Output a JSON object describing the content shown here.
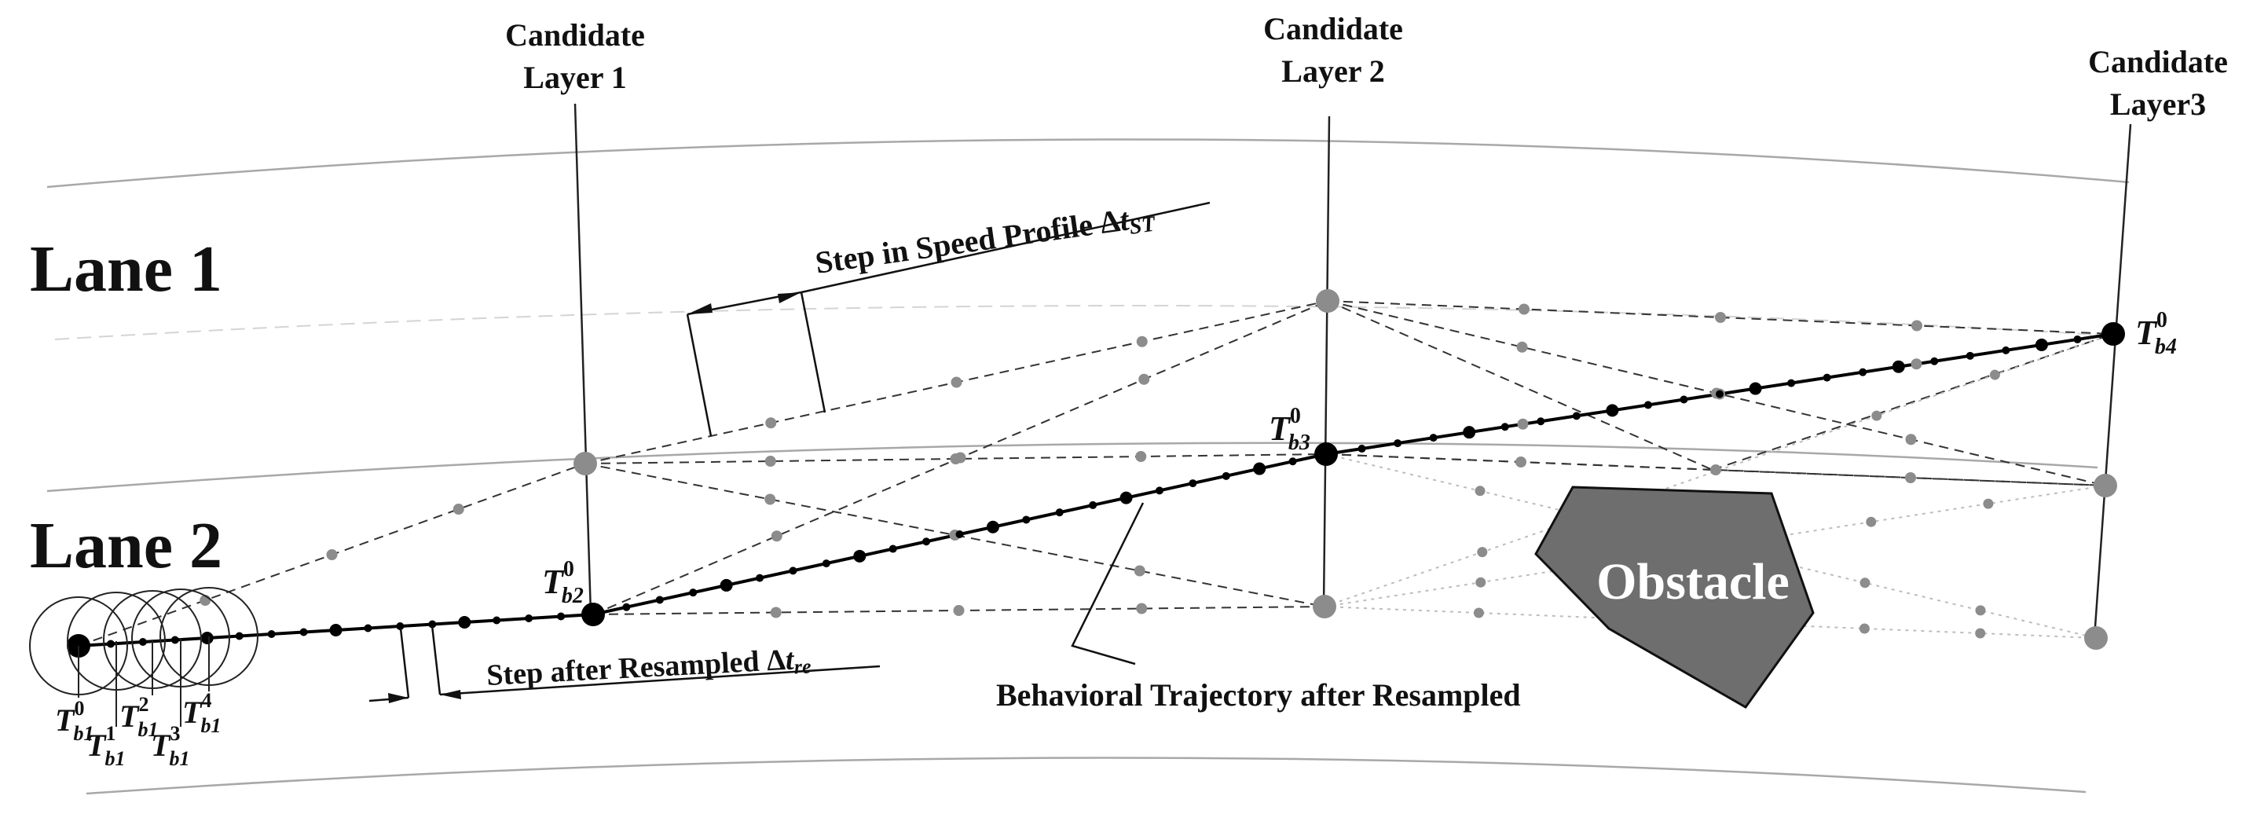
{
  "lanes": [
    {
      "label": "Lane 1"
    },
    {
      "label": "Lane 2"
    }
  ],
  "candidate_layers": [
    {
      "label_line1": "Candidate",
      "label_line2": "Layer 1"
    },
    {
      "label_line1": "Candidate",
      "label_line2": "Layer 2"
    },
    {
      "label_line1": "Candidate",
      "label_line2": "Layer3"
    }
  ],
  "obstacle": {
    "label": "Obstacle",
    "fill": "#6e6e6e"
  },
  "annotations": {
    "speed_step": {
      "text": "Step in Speed Profile Δ",
      "sym": "t",
      "sub": "ST"
    },
    "resample_step": {
      "text": "Step after Resampled Δ",
      "sym": "t",
      "sub": "re"
    },
    "behavioral": {
      "text": "Behavioral Trajectory after Resampled"
    }
  },
  "nodes": {
    "tb2": {
      "base": "T",
      "sub": "b2",
      "sup": "0"
    },
    "tb3": {
      "base": "T",
      "sub": "b3",
      "sup": "0"
    },
    "tb4": {
      "base": "T",
      "sub": "b4",
      "sup": "0"
    }
  },
  "start_labels": [
    {
      "base": "T",
      "sub": "b1",
      "sup": "0"
    },
    {
      "base": "T",
      "sub": "b1",
      "sup": "1"
    },
    {
      "base": "T",
      "sub": "b1",
      "sup": "2"
    },
    {
      "base": "T",
      "sub": "b1",
      "sup": "3"
    },
    {
      "base": "T",
      "sub": "b1",
      "sup": "4"
    }
  ],
  "colors": {
    "gray_node": "#8c8c8c",
    "black_node": "#000000",
    "road_line": "#a8a8a8",
    "dashed": "#333333",
    "dotted": "#bbbbbb"
  }
}
